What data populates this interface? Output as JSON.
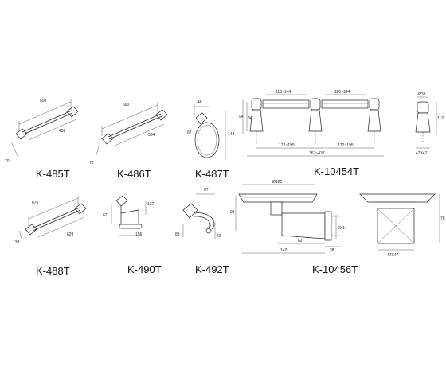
{
  "products": [
    {
      "model": "K-485T",
      "dims": [
        "508",
        "432",
        "70"
      ]
    },
    {
      "model": "K-486T",
      "dims": [
        "660",
        "584",
        "70"
      ]
    },
    {
      "model": "K-487T",
      "dims": [
        "48",
        "67",
        "143"
      ]
    },
    {
      "model": "K-10454T",
      "dims": [
        "110~144",
        "110~144",
        "94",
        "84",
        "172~195",
        "172~195",
        "367~437",
        "Ø38",
        "112",
        "47X47"
      ]
    },
    {
      "model": "K-488T",
      "dims": [
        "676",
        "629",
        "130"
      ]
    },
    {
      "model": "K-490T",
      "dims": [
        "67",
        "127",
        "156"
      ]
    },
    {
      "model": "K-492T",
      "dims": [
        "67",
        "83",
        "52"
      ]
    },
    {
      "model": "K-10456T",
      "dims": [
        "Ø120",
        "94",
        "62",
        "142",
        "38",
        "2X14",
        "78",
        "47X47"
      ]
    }
  ]
}
